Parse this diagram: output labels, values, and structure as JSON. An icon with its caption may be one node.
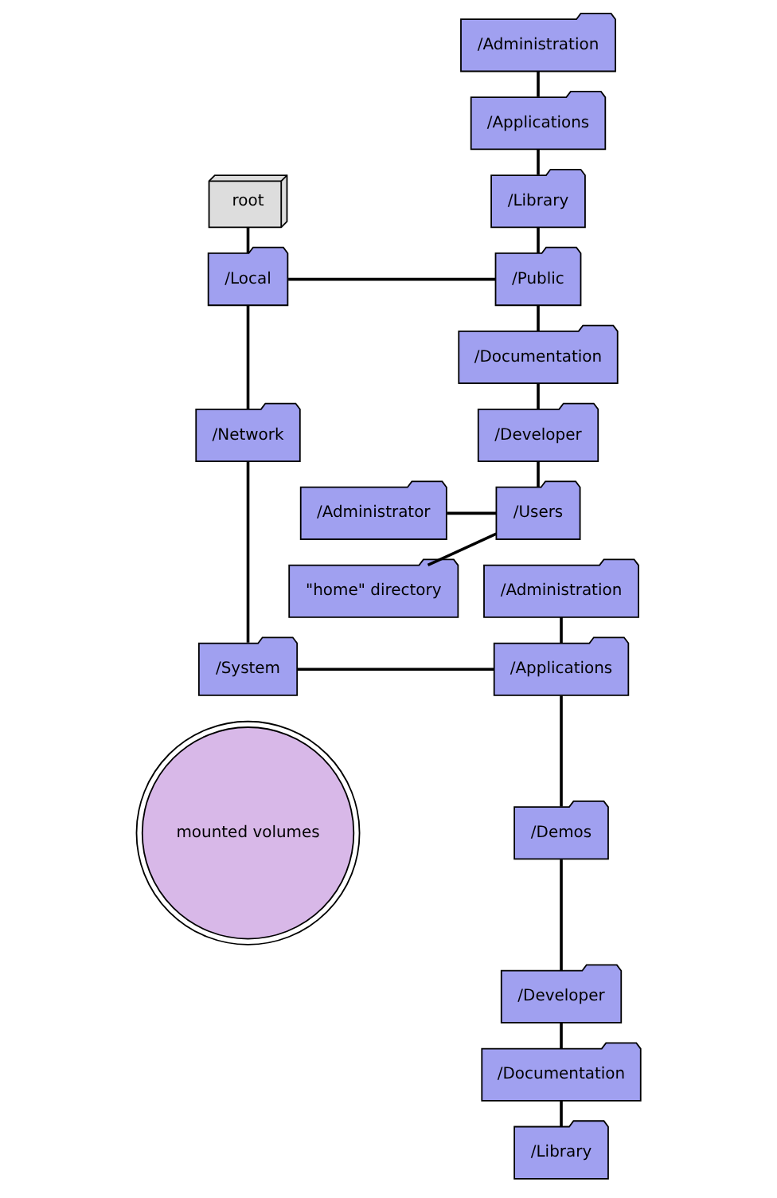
{
  "diagram": {
    "nodes": [
      {
        "text": [
          "root"
        ]
      },
      {
        "text": [
          "/Local"
        ]
      },
      {
        "text": [
          "/Network"
        ]
      },
      {
        "text": [
          "/System"
        ]
      },
      {
        "text": [
          "mounted volumes"
        ]
      },
      {
        "text": [
          "/Administration"
        ]
      },
      {
        "text": [
          "/Applications"
        ]
      },
      {
        "text": [
          "/Library"
        ]
      },
      {
        "text": [
          "/Public"
        ]
      },
      {
        "text": [
          "/Documentation"
        ]
      },
      {
        "text": [
          "/Developer"
        ]
      },
      {
        "text": [
          "/Users"
        ]
      },
      {
        "text": [
          "/Administrator"
        ]
      },
      {
        "text": [
          "\"home\" directory"
        ]
      },
      {
        "text": [
          "/Administration"
        ]
      },
      {
        "text": [
          "/Applications"
        ]
      },
      {
        "text": [
          "/Demos"
        ]
      },
      {
        "text": [
          "/Developer"
        ]
      },
      {
        "text": [
          "/Documentation"
        ]
      },
      {
        "text": [
          "/Library"
        ]
      }
    ],
    "edges": [
      {
        "from": 0,
        "to": 1,
        "arrow": "none"
      },
      {
        "from": 1,
        "to": 2,
        "arrow": "none"
      },
      {
        "from": 2,
        "to": 3,
        "arrow": "none"
      },
      {
        "from": 1,
        "to": 8,
        "arrow": "none"
      },
      {
        "from": 5,
        "to": 6,
        "arrow": "none"
      },
      {
        "from": 6,
        "to": 7,
        "arrow": "none"
      },
      {
        "from": 7,
        "to": 8,
        "arrow": "none"
      },
      {
        "from": 8,
        "to": 9,
        "arrow": "none"
      },
      {
        "from": 9,
        "to": 10,
        "arrow": "none"
      },
      {
        "from": 10,
        "to": 11,
        "arrow": "none"
      },
      {
        "from": 11,
        "to": 12,
        "arrow": "none"
      },
      {
        "from": 11,
        "to": 13,
        "arrow": "none"
      },
      {
        "from": 3,
        "to": 15,
        "arrow": "none"
      },
      {
        "from": 14,
        "to": 15,
        "arrow": "none"
      },
      {
        "from": 15,
        "to": 16,
        "arrow": "none"
      },
      {
        "from": 16,
        "to": 17,
        "arrow": "none"
      },
      {
        "from": 17,
        "to": 18,
        "arrow": "none"
      },
      {
        "from": 18,
        "to": 19,
        "arrow": "none"
      }
    ]
  }
}
